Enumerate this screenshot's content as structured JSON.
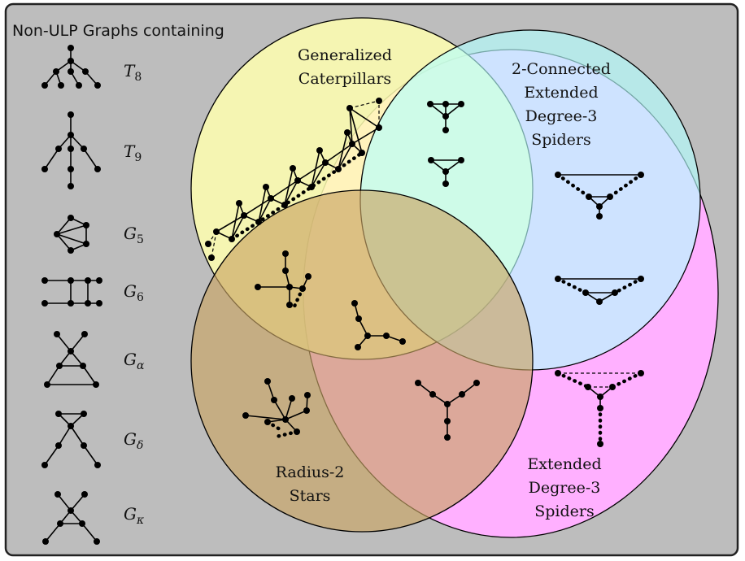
{
  "sidebar": {
    "title": "Non-ULP Graphs containing",
    "items": [
      {
        "base": "T",
        "sub": "8"
      },
      {
        "base": "T",
        "sub": "9"
      },
      {
        "base": "G",
        "sub": "5"
      },
      {
        "base": "G",
        "sub": "6"
      },
      {
        "base": "G",
        "sub": "α"
      },
      {
        "base": "G",
        "sub": "δ"
      },
      {
        "base": "G",
        "sub": "κ"
      }
    ]
  },
  "sets": {
    "caterpillars": {
      "line1": "Generalized",
      "line2": "Caterpillars",
      "color": "#ffffb0"
    },
    "connected": {
      "line1": "2-Connected",
      "line2": "Extended",
      "line3": "Degree-3",
      "line4": "Spiders",
      "color": "#b3ffff"
    },
    "stars": {
      "line1": "Radius-2",
      "line2": "Stars",
      "color": "#c9a564"
    },
    "spiders": {
      "line1": "Extended",
      "line2": "Degree-3",
      "line3": "Spiders",
      "color": "#ffb0ff"
    }
  },
  "colors": {
    "frame_bg": "#bdbdbd",
    "frame_border": "#222222"
  }
}
